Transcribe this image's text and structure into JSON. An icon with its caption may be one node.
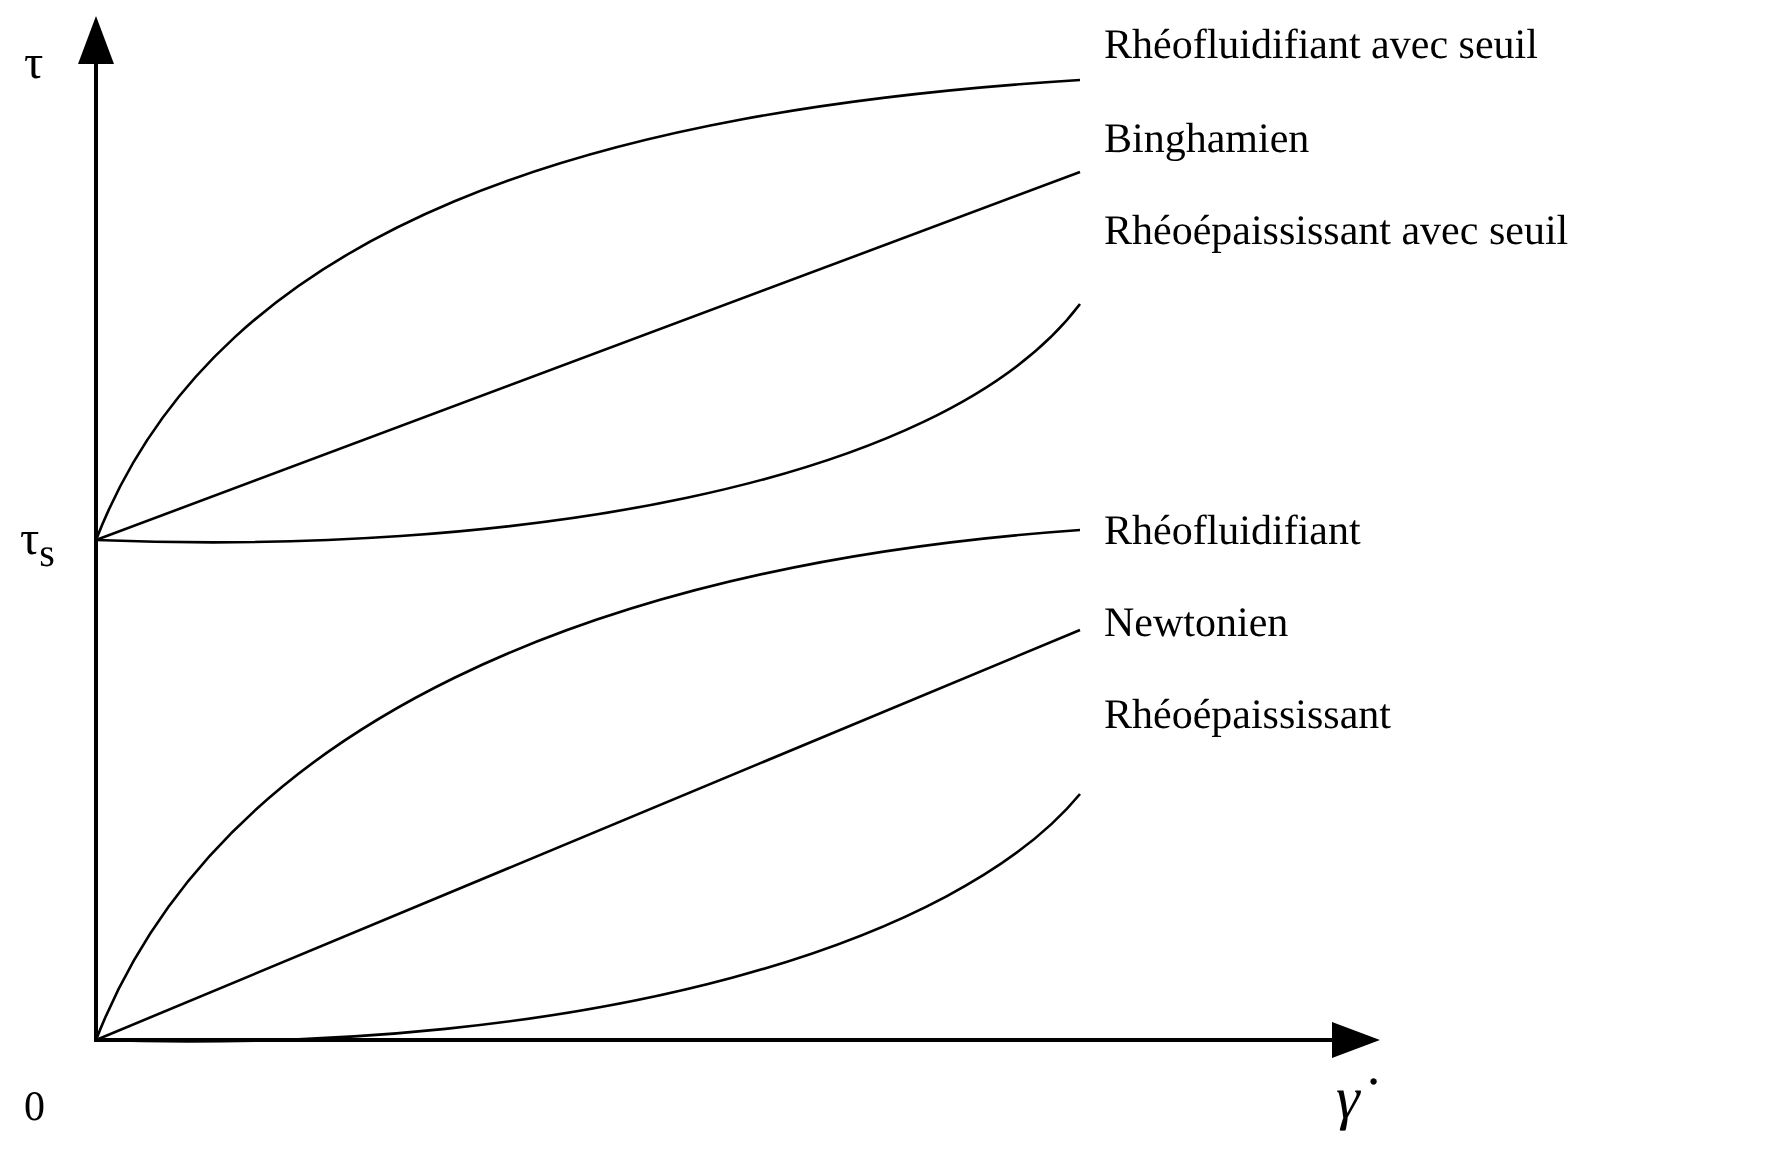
{
  "diagram": {
    "labels": [
      "Rhéofluidifiant avec seuil",
      "τ",
      "Binghamien",
      "Rhéoépaississant avec seuil",
      "τ$_{s}$",
      "Rhéofluidifiant",
      "Newtonien",
      "Rhéoépaississant",
      "0",
      "γ̇"
    ]
  }
}
